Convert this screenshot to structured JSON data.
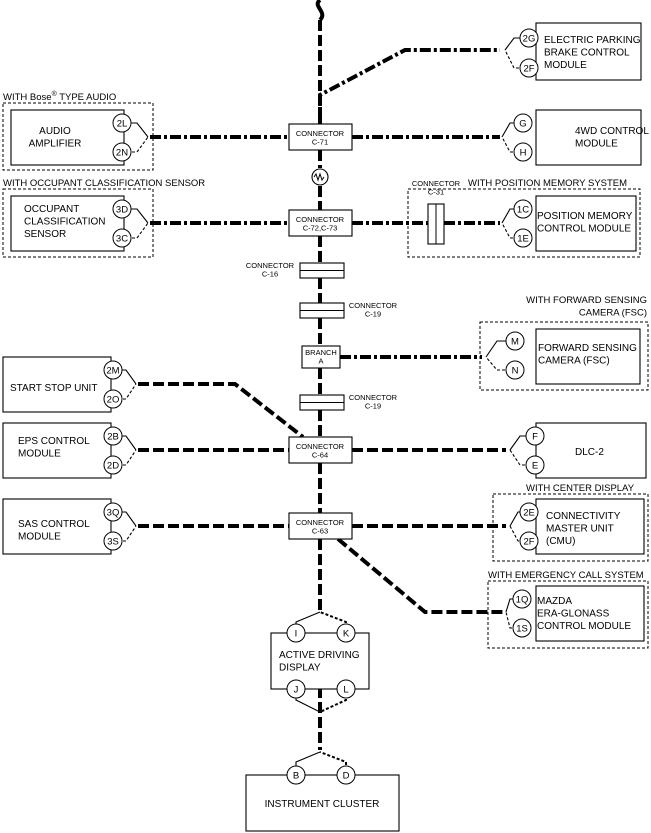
{
  "modules": {
    "epb": "ELECTRIC PARKING\nBRAKE CONTROL\nMODULE",
    "audio": "AUDIO\nAMPLIFIER",
    "awd": "4WD CONTROL\nMODULE",
    "occupant": "OCCUPANT\nCLASSIFICATION\nSENSOR",
    "position_memory": "POSITION MEMORY\nCONTROL MODULE",
    "fsc": "FORWARD SENSING\nCAMERA (FSC)",
    "start_stop": "START STOP UNIT",
    "eps": "EPS CONTROL\nMODULE",
    "dlc": "DLC-2",
    "sas": "SAS CONTROL\nMODULE",
    "cmu": "CONNECTIVITY\nMASTER UNIT\n(CMU)",
    "era": "MAZDA\nERA-GLONASS\nCONTROL MODULE",
    "active_display": "ACTIVE DRIVING\nDISPLAY",
    "instrument_cluster": "INSTRUMENT CLUSTER"
  },
  "options": {
    "bose_prefix": "WITH Bose",
    "bose_mark": "®",
    "bose_suffix": " TYPE AUDIO",
    "occupant": "WITH OCCUPANT CLASSIFICATION SENSOR",
    "position_memory": "WITH POSITION MEMORY SYSTEM",
    "fsc": "WITH FORWARD SENSING\nCAMERA (FSC)",
    "center_display": "WITH CENTER DISPLAY",
    "emergency_call": "WITH EMERGENCY CALL SYSTEM"
  },
  "connectors": {
    "c71": "CONNECTOR\nC-71",
    "c72": "CONNECTOR\nC-72,C-73",
    "c31": "CONNECTOR\nC-31",
    "c16": "CONNECTOR\nC-16",
    "c19a": "CONNECTOR\nC-19",
    "branch": "BRANCH\nA",
    "c19b": "CONNECTOR\nC-19",
    "c64": "CONNECTOR\nC-64",
    "c63": "CONNECTOR\nC-63"
  },
  "pins": {
    "epb_high": "2G",
    "epb_low": "2F",
    "audio_high": "2L",
    "audio_low": "2N",
    "awd_high": "G",
    "awd_low": "H",
    "occ_high": "3D",
    "occ_low": "3C",
    "pm_high": "1C",
    "pm_low": "1E",
    "fsc_high": "M",
    "fsc_low": "N",
    "ss_high": "2M",
    "ss_low": "2O",
    "eps_high": "2B",
    "eps_low": "2D",
    "dlc_high": "F",
    "dlc_low": "E",
    "sas_high": "3Q",
    "sas_low": "3S",
    "cmu_high": "2E",
    "cmu_low": "2F",
    "era_high": "1Q",
    "era_low": "1S",
    "ad_top_left": "I",
    "ad_top_right": "K",
    "ad_bot_left": "J",
    "ad_bot_right": "L",
    "ic_left": "B",
    "ic_right": "D"
  }
}
